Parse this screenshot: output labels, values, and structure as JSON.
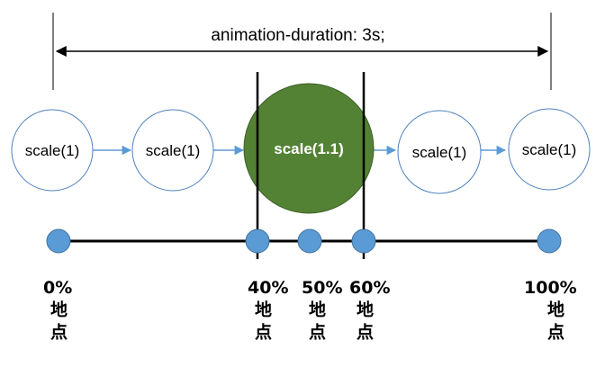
{
  "duration_label": "animation-duration: 3s;",
  "colors": {
    "circle_stroke": "#4f81bd",
    "highlight_fill": "#548235",
    "highlight_stroke": "#3a5e25",
    "arrow": "#5b9bd5",
    "dot_fill": "#5b9bd5",
    "dot_stroke": "#41719c",
    "line": "#000000"
  },
  "states": [
    {
      "label": "scale(1)",
      "highlight": false
    },
    {
      "label": "scale(1)",
      "highlight": false
    },
    {
      "label": "scale(1.1)",
      "highlight": true
    },
    {
      "label": "scale(1)",
      "highlight": false
    },
    {
      "label": "scale(1)",
      "highlight": false
    }
  ],
  "keyframes": [
    {
      "percent": "0%",
      "word": "地点"
    },
    {
      "percent": "40%",
      "word": "地点"
    },
    {
      "percent": "50%",
      "word": "地点"
    },
    {
      "percent": "60%",
      "word": "地点"
    },
    {
      "percent": "100%",
      "word": "地点"
    }
  ]
}
